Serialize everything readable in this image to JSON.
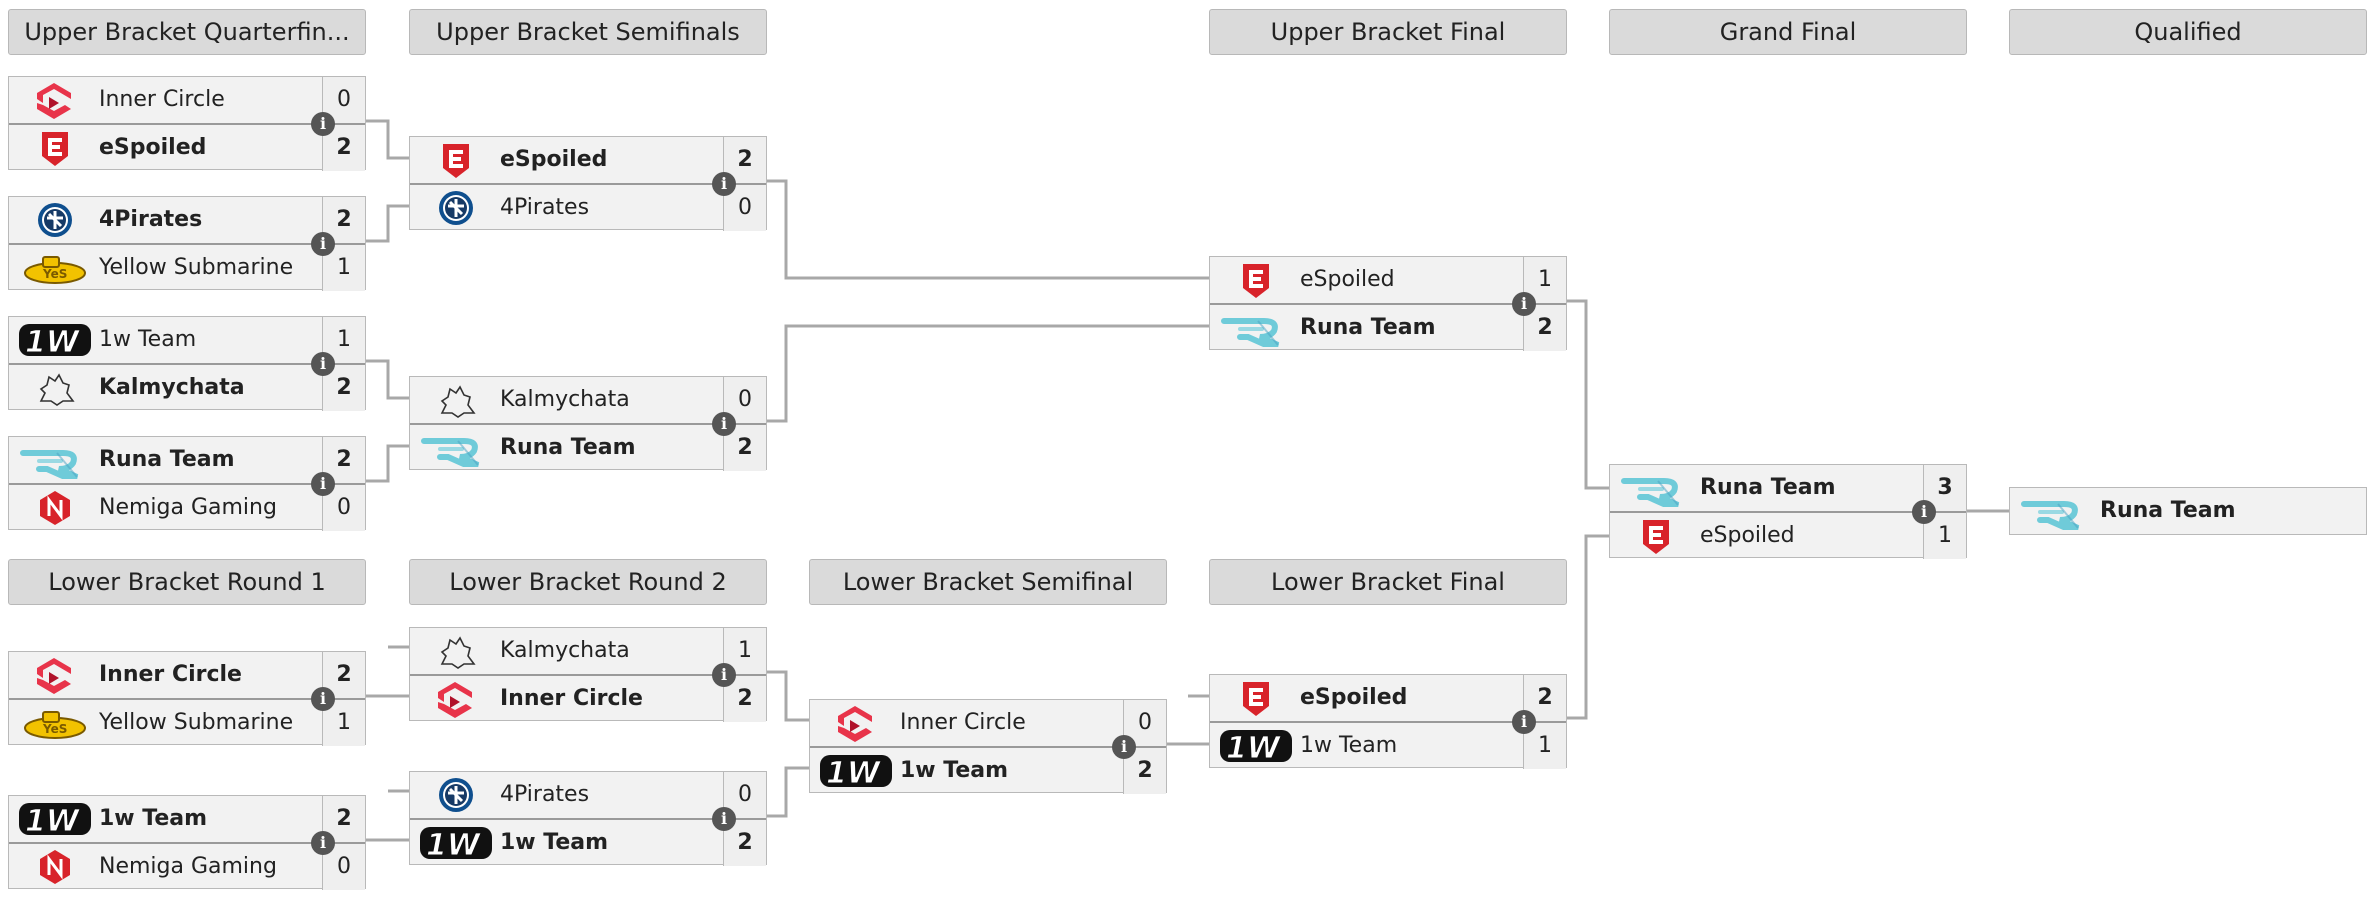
{
  "headers": {
    "ub_qf": "Upper Bracket Quarterfin...",
    "ub_sf": "Upper Bracket Semifinals",
    "ub_f": "Upper Bracket Final",
    "gf": "Grand Final",
    "qualified": "Qualified",
    "lb_r1": "Lower Bracket Round 1",
    "lb_r2": "Lower Bracket Round 2",
    "lb_sf": "Lower Bracket Semifinal",
    "lb_f": "Lower Bracket Final"
  },
  "matches": {
    "ubqf1": {
      "t1": {
        "name": "Inner Circle",
        "score": "0",
        "logo": "inner-circle"
      },
      "t2": {
        "name": "eSpoiled",
        "score": "2",
        "logo": "espoiled"
      }
    },
    "ubqf2": {
      "t1": {
        "name": "4Pirates",
        "score": "2",
        "logo": "4pirates"
      },
      "t2": {
        "name": "Yellow Submarine",
        "score": "1",
        "logo": "yellow-submarine"
      }
    },
    "ubqf3": {
      "t1": {
        "name": "1w Team",
        "score": "1",
        "logo": "1w-team"
      },
      "t2": {
        "name": "Kalmychata",
        "score": "2",
        "logo": "kalmychata"
      }
    },
    "ubqf4": {
      "t1": {
        "name": "Runa Team",
        "score": "2",
        "logo": "runa-team"
      },
      "t2": {
        "name": "Nemiga Gaming",
        "score": "0",
        "logo": "nemiga-gaming"
      }
    },
    "ubsf1": {
      "t1": {
        "name": "eSpoiled",
        "score": "2",
        "logo": "espoiled"
      },
      "t2": {
        "name": "4Pirates",
        "score": "0",
        "logo": "4pirates"
      }
    },
    "ubsf2": {
      "t1": {
        "name": "Kalmychata",
        "score": "0",
        "logo": "kalmychata"
      },
      "t2": {
        "name": "Runa Team",
        "score": "2",
        "logo": "runa-team"
      }
    },
    "ubf": {
      "t1": {
        "name": "eSpoiled",
        "score": "1",
        "logo": "espoiled"
      },
      "t2": {
        "name": "Runa Team",
        "score": "2",
        "logo": "runa-team"
      }
    },
    "gf": {
      "t1": {
        "name": "Runa Team",
        "score": "3",
        "logo": "runa-team"
      },
      "t2": {
        "name": "eSpoiled",
        "score": "1",
        "logo": "espoiled"
      }
    },
    "lbr1a": {
      "t1": {
        "name": "Inner Circle",
        "score": "2",
        "logo": "inner-circle"
      },
      "t2": {
        "name": "Yellow Submarine",
        "score": "1",
        "logo": "yellow-submarine"
      }
    },
    "lbr1b": {
      "t1": {
        "name": "1w Team",
        "score": "2",
        "logo": "1w-team"
      },
      "t2": {
        "name": "Nemiga Gaming",
        "score": "0",
        "logo": "nemiga-gaming"
      }
    },
    "lbr2a": {
      "t1": {
        "name": "Kalmychata",
        "score": "1",
        "logo": "kalmychata"
      },
      "t2": {
        "name": "Inner Circle",
        "score": "2",
        "logo": "inner-circle"
      }
    },
    "lbr2b": {
      "t1": {
        "name": "4Pirates",
        "score": "0",
        "logo": "4pirates"
      },
      "t2": {
        "name": "1w Team",
        "score": "2",
        "logo": "1w-team"
      }
    },
    "lbsf": {
      "t1": {
        "name": "Inner Circle",
        "score": "0",
        "logo": "inner-circle"
      },
      "t2": {
        "name": "1w Team",
        "score": "2",
        "logo": "1w-team"
      }
    },
    "lbf": {
      "t1": {
        "name": "eSpoiled",
        "score": "2",
        "logo": "espoiled"
      },
      "t2": {
        "name": "1w Team",
        "score": "1",
        "logo": "1w-team"
      }
    }
  },
  "qualified": {
    "name": "Runa Team",
    "logo": "runa-team"
  },
  "colors": {
    "header_bg": "#dadada",
    "match_bg": "#f2f2f2",
    "line": "#a8a8a8",
    "info_bg": "#555555"
  }
}
